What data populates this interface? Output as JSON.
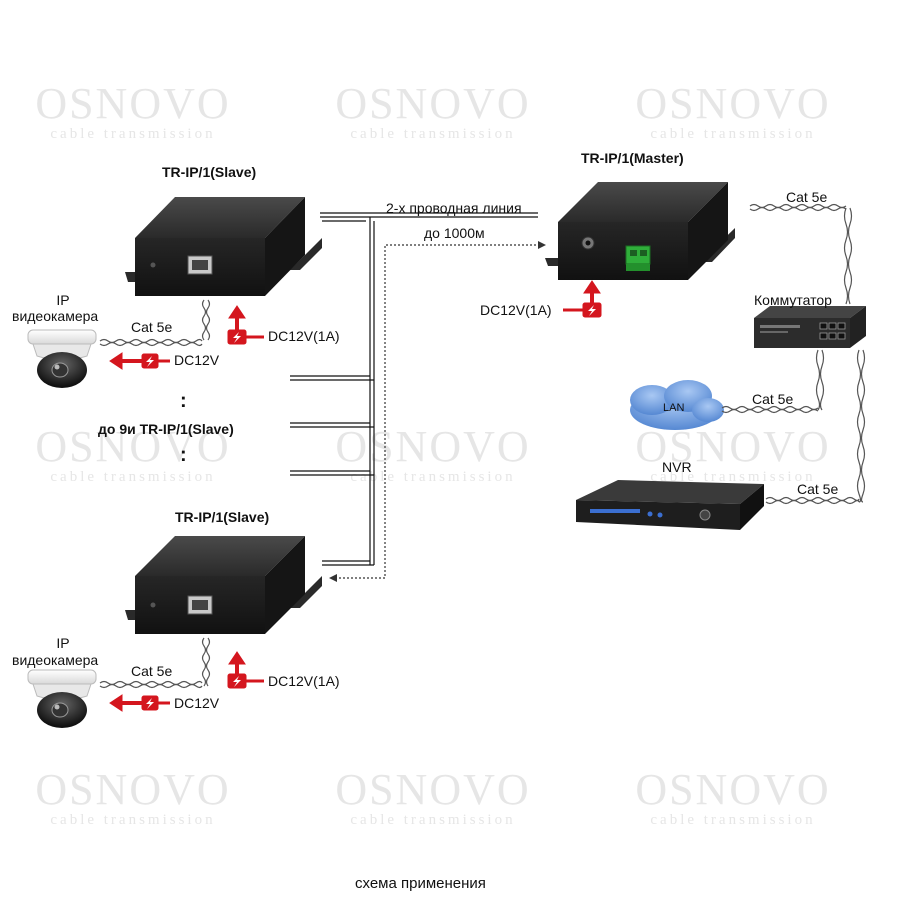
{
  "watermark": {
    "brand": "OSNOVO",
    "tagline": "cable transmission"
  },
  "slave_top": {
    "title": "TR-IP/1(Slave)"
  },
  "slave_bottom": {
    "title": "TR-IP/1(Slave)"
  },
  "master": {
    "title": "TR-IP/1(Master)",
    "power": "DC12V(1A)"
  },
  "line": {
    "type": "2-х проводная линия",
    "distance": "до 1000м"
  },
  "middle": {
    "count_label": "до 9и TR-IP/1(Slave)",
    "dots": ":"
  },
  "camera_top": {
    "label_line1": "IP",
    "label_line2": "видеокамера",
    "cable": "Cat 5e",
    "power_in": "DC12V(1A)",
    "power_out": "DC12V"
  },
  "camera_bottom": {
    "label_line1": "IP",
    "label_line2": "видеокамера",
    "cable": "Cat 5e",
    "power_in": "DC12V(1A)",
    "power_out": "DC12V"
  },
  "network": {
    "switch_label": "Коммутатор",
    "cable_switch": "Cat 5e",
    "lan_label": "LAN",
    "cable_lan": "Cat 5e",
    "nvr_label": "NVR",
    "cable_nvr": "Cat 5e"
  },
  "caption": "схема применения",
  "colors": {
    "arrow_red": "#d4161e",
    "device_black": "#1b1b1b",
    "cloud_blue": "#5b8fd8",
    "watermark": "#e6e6e6"
  }
}
